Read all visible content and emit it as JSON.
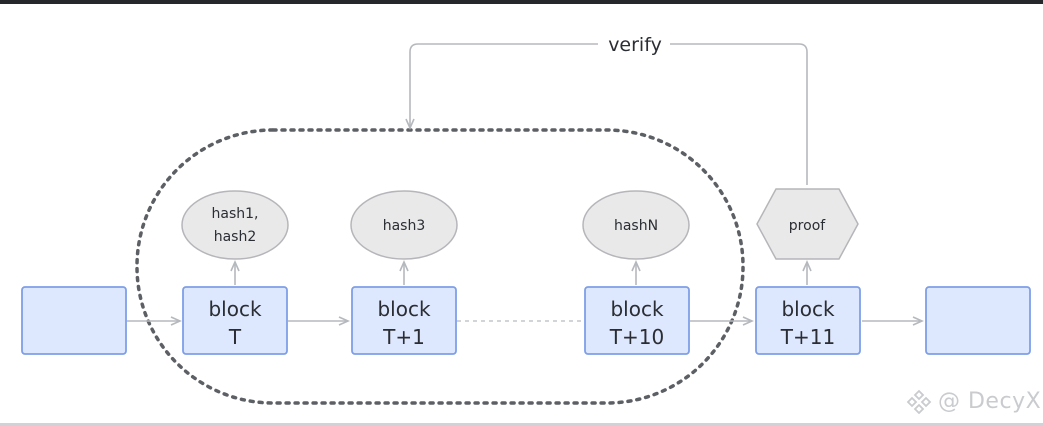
{
  "diagram": {
    "blocks": [
      {
        "line1": "",
        "line2": ""
      },
      {
        "line1": "block",
        "line2": "T"
      },
      {
        "line1": "block",
        "line2": "T+1"
      },
      {
        "line1": "block",
        "line2": "T+10"
      },
      {
        "line1": "block",
        "line2": "T+11"
      },
      {
        "line1": "",
        "line2": ""
      }
    ],
    "hashes": [
      {
        "line1": "hash1,",
        "line2": "hash2"
      },
      {
        "line1": "hash3",
        "line2": ""
      },
      {
        "line1": "hashN",
        "line2": ""
      }
    ],
    "proof_label": "proof",
    "verify_label": "verify"
  },
  "watermark": {
    "text": "@ DecyX"
  },
  "colors": {
    "block_fill": "#dde7fd",
    "block_stroke": "#7e9ee8",
    "ellipse_fill": "#e9e9ea",
    "ellipse_stroke": "#b6b6ba",
    "arrow": "#b5b8bd",
    "dotted_loop": "#5c5f64"
  }
}
